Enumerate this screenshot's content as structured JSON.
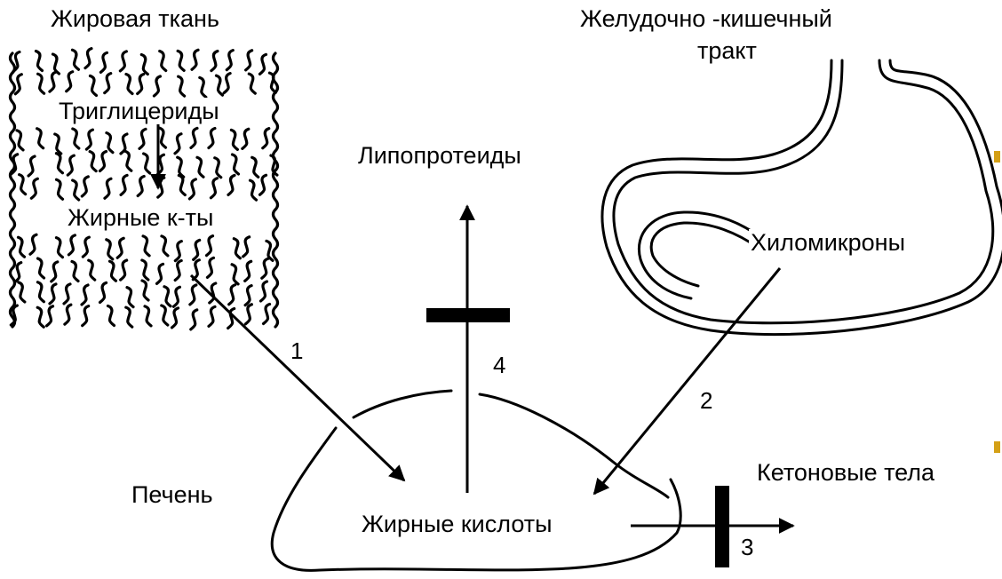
{
  "labels": {
    "adipose_tissue": "Жировая ткань",
    "triglycerides": "Триглицериды",
    "fatty_acids_short": "Жирные к-ты",
    "gi_tract_line1": "Желудочно -кишечный",
    "gi_tract_line2": "тракт",
    "lipoproteins": "Липопротеиды",
    "chylomicrons": "Хиломикроны",
    "liver": "Печень",
    "fatty_acids": "Жирные кислоты",
    "ketone_bodies": "Кетоновые тела"
  },
  "pathways": {
    "p1": "1",
    "p2": "2",
    "p3": "3",
    "p4": "4"
  },
  "colors": {
    "ink": "#000000",
    "bullet": "#d4a017"
  }
}
